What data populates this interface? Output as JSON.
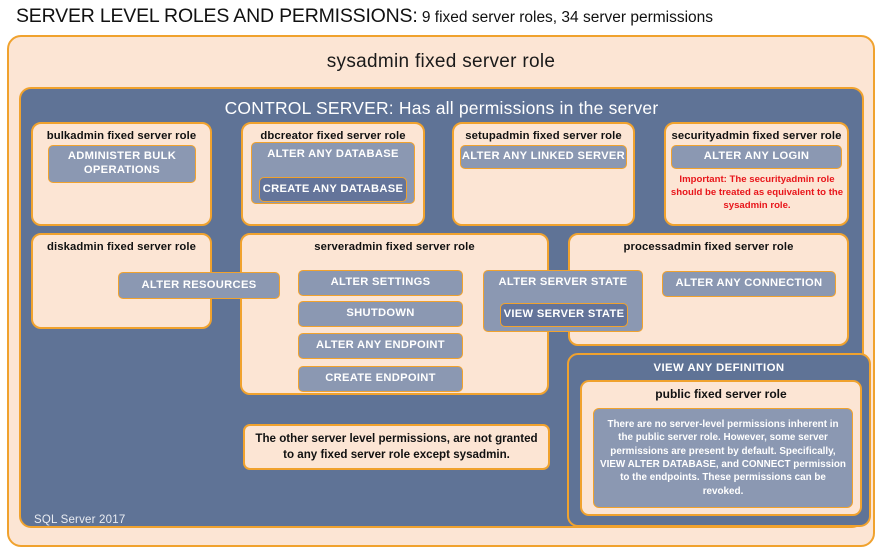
{
  "title": {
    "strong": "SERVER LEVEL ROLES AND PERMISSIONS:",
    "rest": " 9 fixed server roles, 34 server permissions"
  },
  "sysadmin": {
    "label": "sysadmin fixed server role"
  },
  "control_server": {
    "label": "CONTROL SERVER: Has all permissions in the server"
  },
  "roles": {
    "bulkadmin": {
      "title": "bulkadmin fixed server role",
      "permissions": [
        "ADMINISTER  BULK OPERATIONS"
      ]
    },
    "dbcreator": {
      "title": "dbcreator fixed server role",
      "permission_outer": "ALTER ANY DATABASE",
      "permission_inner": "CREATE  ANY DATABASE"
    },
    "setupadmin": {
      "title": "setupadmin fixed server role",
      "permissions": [
        "ALTER ANY LINKED SERVER"
      ]
    },
    "securityadmin": {
      "title": "securityadmin fixed server role",
      "permissions": [
        "ALTER ANY LOGIN"
      ],
      "warning": "Important:  The securityadmin role should  be treated  as equivalent to the sysadmin role."
    },
    "diskadmin": {
      "title": "diskadmin fixed server role",
      "permissions": [
        "ALTER RESOURCES"
      ]
    },
    "serveradmin": {
      "title": "serveradmin fixed server role",
      "permissions": [
        "ALTER SETTINGS",
        "SHUTDOWN",
        "ALTER ANY ENDPOINT",
        "CREATE  ENDPOINT"
      ],
      "permission_outer": "ALTER SERVER  STATE",
      "permission_inner": "VIEW SERVER  STATE"
    },
    "processadmin": {
      "title": "processadmin fixed server role",
      "permissions": [
        "ALTER ANY CONNECTION"
      ]
    },
    "public": {
      "group_label": "VIEW ANY DEFINITION",
      "title": "public  fixed server role",
      "description": "There are no server-level permissions inherent in the public server role. However, some server permissions are present by default. Specifically, VIEW ALTER DATABASE, and CONNECT permission to the endpoints. These permissions can be revoked."
    }
  },
  "notes": {
    "other_permissions": "The other server level permissions,  are not granted to any fixed server role except sysadmin."
  },
  "footer": {
    "product": "SQL Server 2017"
  },
  "colors": {
    "peach_fill": "#fce5d4",
    "gold_border": "#f0a22e",
    "slate_panel": "#5f7396",
    "perm_fill": "#8b98b2",
    "perm_fill_dark": "#64749a",
    "warning_red": "#e8151a",
    "text_dark": "#111111",
    "text_light": "#ffffff"
  }
}
